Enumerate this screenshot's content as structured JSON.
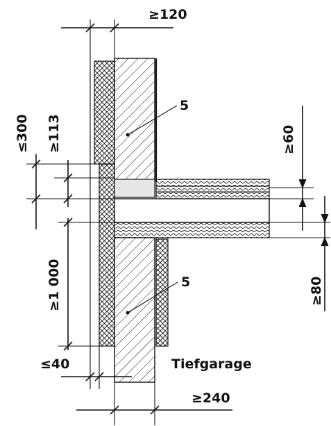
{
  "dimensions": {
    "top_width": "≥120",
    "callout_upper": "5",
    "height_300": "≤300",
    "height_113": "≥113",
    "right_60": "≥60",
    "height_1000": "≥1 000",
    "callout_lower": "5",
    "right_80": "≥80",
    "bottom_40": "≤40",
    "garage": "Tiefgarage",
    "bottom_240": "≥240"
  },
  "colors": {
    "ink": "#111111",
    "screed": "#e6e6e6",
    "background": "#ffffff"
  }
}
